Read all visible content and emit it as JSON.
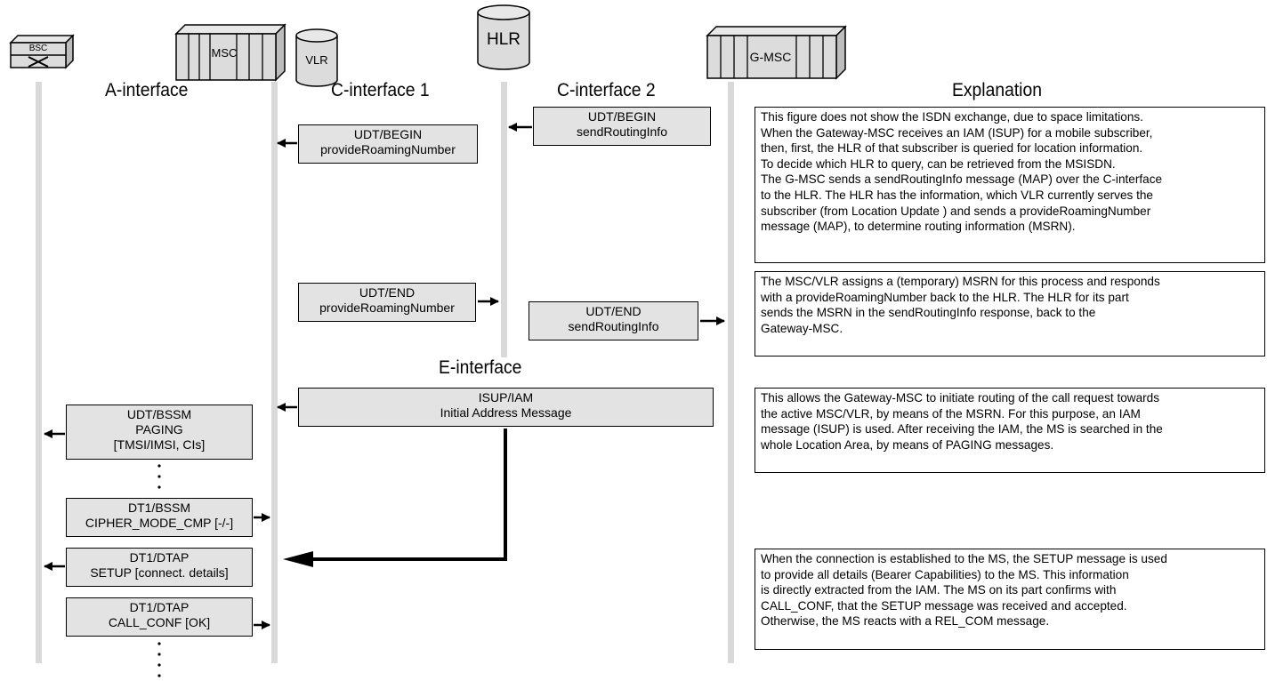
{
  "nodes": {
    "bsc": "BSC",
    "msc": "MSC",
    "vlr": "VLR",
    "hlr": "HLR",
    "gmsc": "G-MSC"
  },
  "headers": {
    "a_interface": "A-interface",
    "c_interface_1": "C-interface 1",
    "c_interface_2": "C-interface 2",
    "explanation": "Explanation",
    "e_interface": "E-interface"
  },
  "messages": {
    "udt_begin_sri": [
      "UDT/BEGIN",
      "sendRoutingInfo"
    ],
    "udt_begin_prn": [
      "UDT/BEGIN",
      "provideRoamingNumber"
    ],
    "udt_end_prn": [
      "UDT/END",
      "provideRoamingNumber"
    ],
    "udt_end_sri": [
      "UDT/END",
      "sendRoutingInfo"
    ],
    "isup_iam": [
      "ISUP/IAM",
      "Initial Address Message"
    ],
    "udt_bssm_paging": [
      "UDT/BSSM",
      "PAGING",
      "[TMSI/IMSI, CIs]"
    ],
    "dt1_bssm_cipher": [
      "DT1/BSSM",
      "CIPHER_MODE_CMP [-/-]"
    ],
    "dt1_dtap_setup": [
      "DT1/DTAP",
      "SETUP [connect. details]"
    ],
    "dt1_dtap_call_conf": [
      "DT1/DTAP",
      "CALL_CONF [OK]"
    ]
  },
  "explanations": {
    "e1": [
      "This figure does not show the ISDN exchange, due to space limitations.",
      "When the Gateway-MSC receives an IAM (ISUP) for a mobile subscriber,",
      "then, first, the HLR of that subscriber is queried for location information.",
      "To decide which HLR to query, can be retrieved from the MSISDN.",
      "The G-MSC sends a sendRoutingInfo message (MAP) over the C-interface",
      "to the HLR. The HLR has the information, which VLR currently serves the",
      "subscriber (from Location Update ) and sends a provideRoamingNumber",
      "message (MAP), to determine routing information (MSRN)."
    ],
    "e2": [
      "The MSC/VLR assigns a (temporary) MSRN for this process and responds",
      "with a provideRoamingNumber back to the HLR. The HLR for its part",
      "sends the MSRN in the sendRoutingInfo response, back to the",
      "Gateway-MSC."
    ],
    "e3": [
      "This allows the Gateway-MSC to initiate routing of the call request towards",
      "the active MSC/VLR, by means of the MSRN. For this purpose, an IAM",
      "message (ISUP) is used. After receiving the IAM, the MS is searched in the",
      "whole Location Area, by means of PAGING messages."
    ],
    "e4": [
      "When the connection is established to the MS, the SETUP message is used",
      "to provide all details (Bearer Capabilities) to the MS. This information",
      "is directly extracted from the IAM. The MS on its part confirms with",
      "CALL_CONF, that the SETUP message was received and accepted.",
      "Otherwise, the MS reacts with a REL_COM message."
    ]
  },
  "colors": {
    "message_fill": "#e3e3e3",
    "lifeline": "#d9d9d9",
    "icon_fill": "#dcdcdc"
  }
}
